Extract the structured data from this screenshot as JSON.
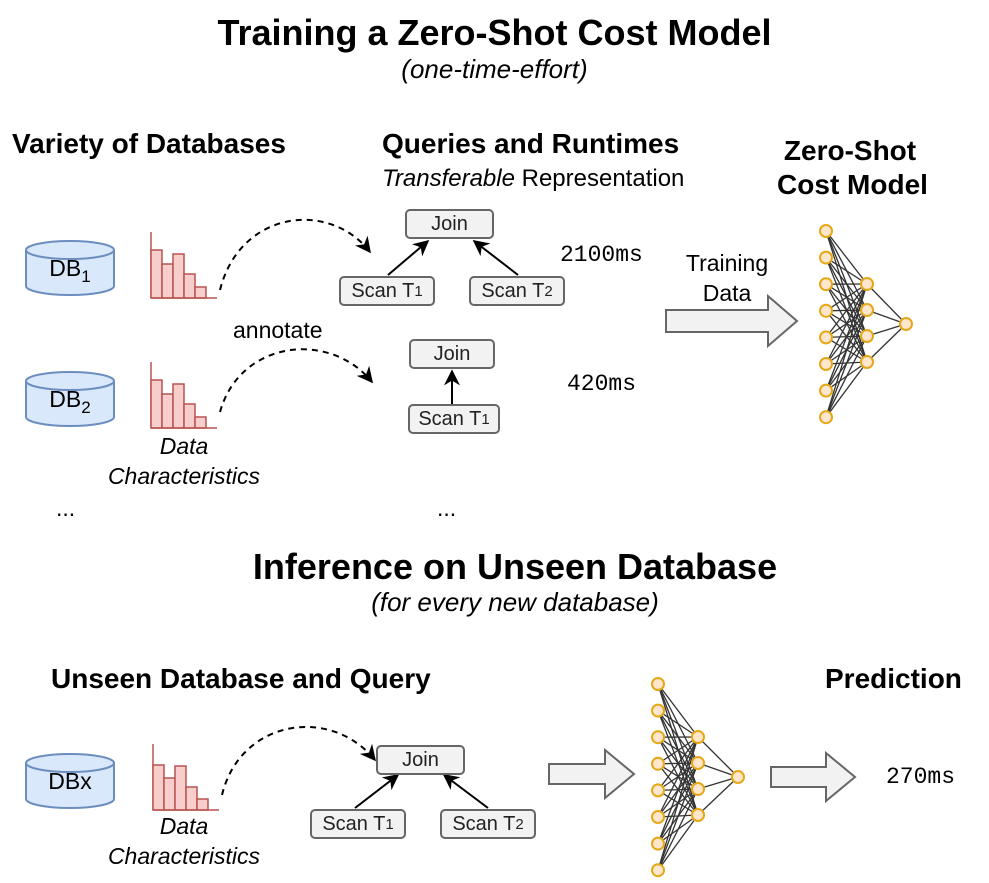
{
  "training": {
    "title": "Training a Zero-Shot Cost Model",
    "subtitle": "(one-time-effort)",
    "col_databases": "Variety of Databases",
    "col_queries": "Queries and Runtimes",
    "col_queries_sub_italic": "Transferable",
    "col_queries_sub_rest": " Representation",
    "col_model_line1": "Zero-Shot",
    "col_model_line2": "Cost Model",
    "db1": {
      "name": "DB",
      "sub": "1"
    },
    "db2": {
      "name": "DB",
      "sub": "2"
    },
    "annotate": "annotate",
    "data_char_line1": "Data",
    "data_char_line2": "Characteristics",
    "ellipsis_left": "...",
    "ellipsis_mid": "...",
    "plan1": {
      "join": "Join",
      "scan_a": {
        "name": "Scan T",
        "sub": "1"
      },
      "scan_b": {
        "name": "Scan T",
        "sub": "2"
      },
      "runtime": "2100ms"
    },
    "plan2": {
      "join": "Join",
      "scan_a": {
        "name": "Scan T",
        "sub": "1"
      },
      "runtime": "420ms"
    },
    "training_data_line1": "Training",
    "training_data_line2": "Data"
  },
  "inference": {
    "title": "Inference on Unseen Database",
    "subtitle": "(for every new database)",
    "col_query": "Unseen Database and Query",
    "col_prediction": "Prediction",
    "db": {
      "name": "DBx"
    },
    "data_char_line1": "Data",
    "data_char_line2": "Characteristics",
    "plan": {
      "join": "Join",
      "scan_a": {
        "name": "Scan T",
        "sub": "1"
      },
      "scan_b": {
        "name": "Scan T",
        "sub": "2"
      }
    },
    "prediction": "270ms"
  },
  "colors": {
    "histogram_fill": "#f8cecc",
    "histogram_stroke": "#b85450",
    "db_fill": "#dae8fc",
    "db_stroke": "#6c8ebf",
    "neuron_fill": "#ffe6cc",
    "neuron_stroke": "#e6a817",
    "node_fill": "#f2f2f2",
    "node_stroke": "#666666"
  },
  "icons": [
    "database-icon",
    "histogram-icon",
    "neural-network-icon",
    "block-arrow-icon",
    "dashed-curved-arrow-icon"
  ]
}
